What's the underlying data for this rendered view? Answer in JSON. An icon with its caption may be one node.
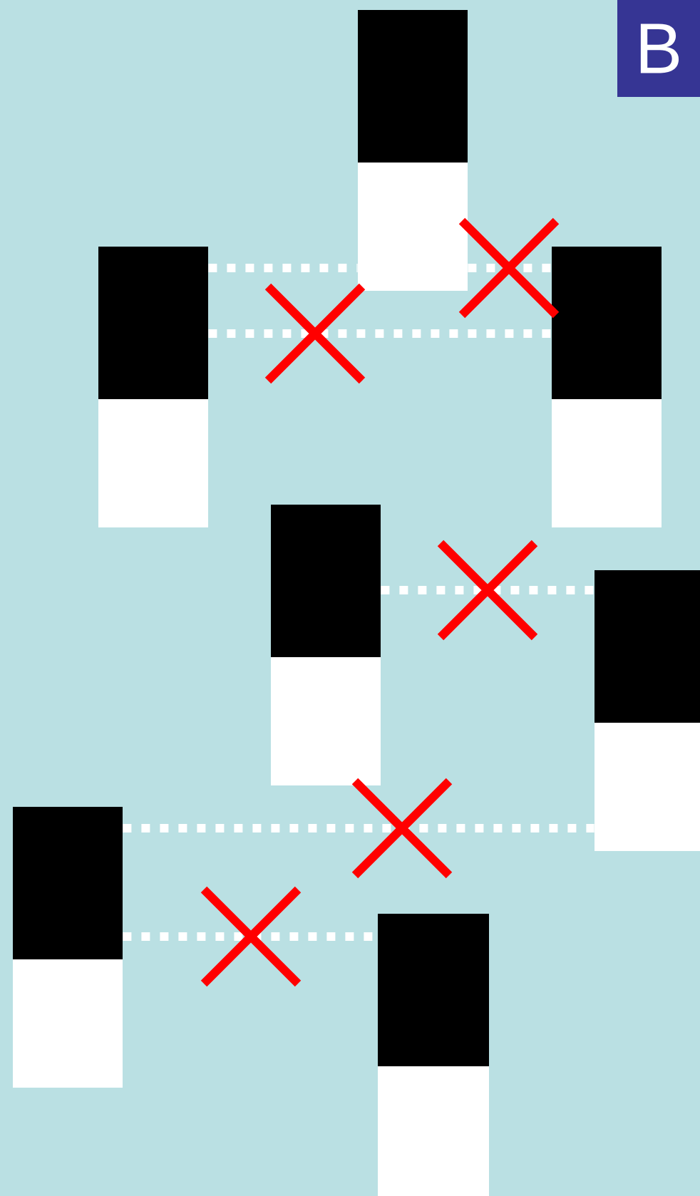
{
  "diagram": {
    "nodes": [
      {
        "text": [
          "B"
        ]
      },
      {
        "text": [],
        "shape": "box"
      },
      {
        "text": [],
        "shape": "box"
      },
      {
        "text": [],
        "shape": "box"
      },
      {
        "text": [],
        "shape": "box"
      },
      {
        "text": [],
        "shape": "box"
      },
      {
        "text": [],
        "shape": "box"
      },
      {
        "text": [],
        "shape": "box"
      }
    ],
    "edges": [
      {
        "from": 2,
        "to": 1,
        "arrow": "none"
      },
      {
        "from": 1,
        "to": 3,
        "arrow": "none"
      },
      {
        "from": 2,
        "to": 3,
        "arrow": "none"
      },
      {
        "from": 4,
        "to": 5,
        "arrow": "none"
      },
      {
        "from": 6,
        "to": 5,
        "arrow": "none"
      },
      {
        "from": 6,
        "to": 7,
        "arrow": "none"
      }
    ]
  }
}
